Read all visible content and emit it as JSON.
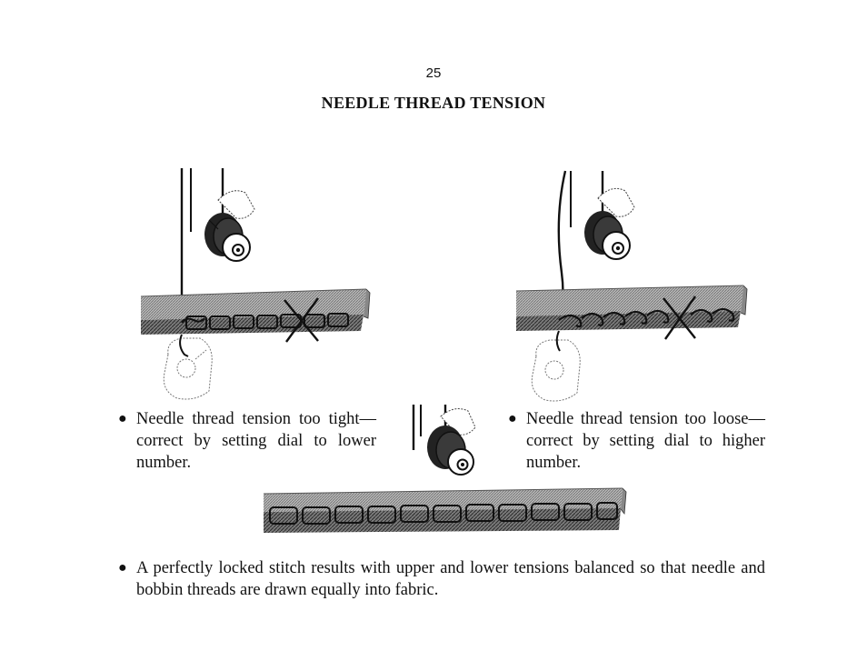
{
  "page": {
    "number": "25",
    "title": "NEEDLE THREAD TENSION"
  },
  "captions": {
    "tight": "Needle thread tension too tight—correct by setting dial to lower number.",
    "loose": "Needle thread tension too loose—correct by setting dial to higher number.",
    "balanced": "A perfectly locked stitch results with upper and lower tensions balanced so that needle and bobbin threads are drawn equally into fabric."
  },
  "bullet": "●",
  "icons": {
    "tight_diagram": "tension-too-tight-illustration",
    "loose_diagram": "tension-too-loose-illustration",
    "balanced_diagram": "tension-balanced-illustration",
    "wrong_mark": "x-mark-icon"
  },
  "colors": {
    "ink": "#111111",
    "fabric_shade": "#9a9a9a",
    "paper": "#ffffff"
  }
}
